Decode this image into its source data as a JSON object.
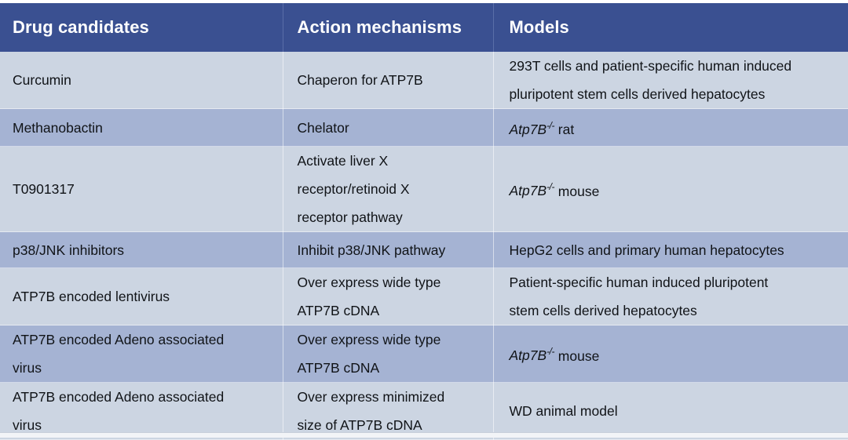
{
  "table": {
    "headers": [
      {
        "label": "Drug candidates",
        "name": "header-drug-candidates"
      },
      {
        "label": "Action mechanisms",
        "name": "header-action-mechanisms"
      },
      {
        "label": "Models",
        "name": "header-models"
      }
    ],
    "rows": [
      {
        "drug": "Curcumin",
        "mechanism_lines": [
          "Chaperon for ATP7B"
        ],
        "model_lines": [
          "293T cells and patient-specific human induced",
          "pluripotent stem cells derived hepatocytes"
        ],
        "shade": "light"
      },
      {
        "drug": "Methanobactin",
        "mechanism_lines": [
          "Chelator"
        ],
        "model_gene": "Atp7B",
        "model_gene_sup": "-/-",
        "model_suffix": " rat",
        "shade": "dark"
      },
      {
        "drug": "T0901317",
        "mechanism_lines": [
          "Activate liver X",
          "receptor/retinoid X",
          "receptor pathway"
        ],
        "model_gene": "Atp7B",
        "model_gene_sup": "-/-",
        "model_suffix": " mouse",
        "shade": "light"
      },
      {
        "drug": "p38/JNK inhibitors",
        "mechanism_lines": [
          "Inhibit p38/JNK pathway"
        ],
        "model_lines": [
          "HepG2 cells and primary human hepatocytes"
        ],
        "shade": "dark"
      },
      {
        "drug": "ATP7B encoded lentivirus",
        "mechanism_lines": [
          "Over express wide type",
          "ATP7B cDNA"
        ],
        "model_lines": [
          "Patient-specific human induced pluripotent",
          "stem cells derived hepatocytes"
        ],
        "shade": "light"
      },
      {
        "drug_lines": [
          "ATP7B encoded Adeno associated",
          "virus"
        ],
        "mechanism_lines": [
          "Over express wide type",
          "ATP7B cDNA"
        ],
        "model_gene": "Atp7B",
        "model_gene_sup": "-/-",
        "model_suffix": " mouse",
        "shade": "dark"
      },
      {
        "drug_lines": [
          "ATP7B encoded Adeno associated",
          "virus"
        ],
        "mechanism_lines": [
          "Over express minimized",
          "size of ATP7B cDNA"
        ],
        "model_lines": [
          "WD animal model"
        ],
        "shade": "light"
      }
    ]
  },
  "colors": {
    "header_blue": "#3a5091",
    "row_light": "#ccd5e2",
    "row_dark": "#a5b3d3",
    "text": "#101317",
    "header_text": "#ffffff"
  }
}
